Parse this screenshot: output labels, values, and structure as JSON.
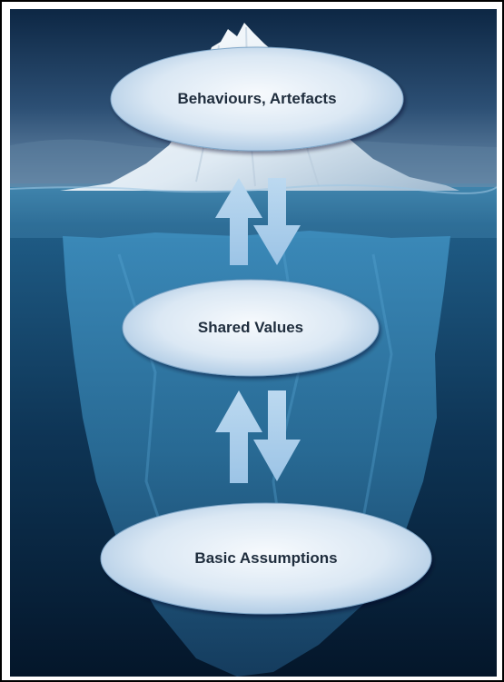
{
  "diagram": {
    "layers": [
      {
        "label": "Behaviours, Artefacts"
      },
      {
        "label": "Shared Values"
      },
      {
        "label": "Basic Assumptions"
      }
    ],
    "colors": {
      "sky_top": "#0f2a45",
      "sky_bottom": "#5f82a3",
      "sea_surface": "#2f6f97",
      "deep_water": "#061a2e",
      "ice_above": "#e8f1f8",
      "ice_below": "#2b78a6",
      "ellipse_fill_center": "#f4f8fc",
      "ellipse_fill_edge": "#aecbe6",
      "arrow": "#a9cdea",
      "label_text": "#1f2d3d"
    },
    "icons": {
      "arrows": "bidirectional-vertical-arrows",
      "background": "iceberg"
    }
  }
}
